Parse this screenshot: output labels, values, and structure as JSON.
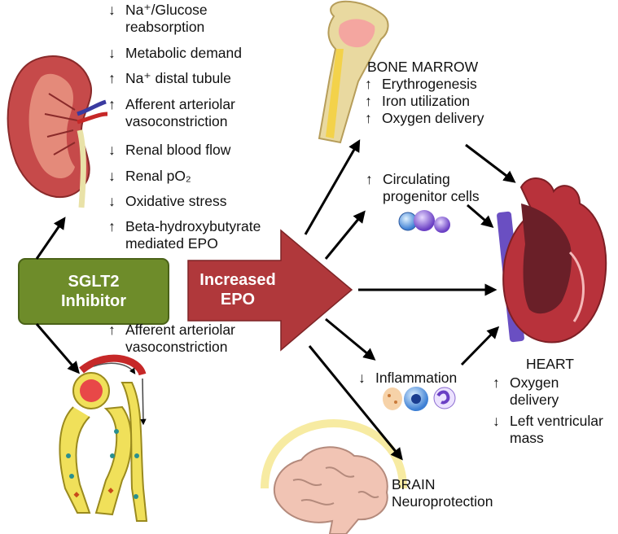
{
  "up_arrow": "↑",
  "down_arrow": "↓",
  "colors": {
    "sglt2_box": "#6e8c2a",
    "epo_arrow": "#b0383b",
    "kidney": "#c64a4a",
    "heart": "#b8323b",
    "bone": "#e9d9a0"
  },
  "sglt2": {
    "line1": "SGLT2",
    "line2": "Inhibitor"
  },
  "epo": {
    "line1": "Increased",
    "line2": "EPO"
  },
  "kidney_effects": [
    {
      "dir": "↓",
      "line1": "Na⁺/Glucose",
      "line2": "reabsorption"
    },
    {
      "dir": "↓",
      "line1": "Metabolic demand"
    },
    {
      "dir": "↑",
      "line1": "Na⁺ distal tubule"
    },
    {
      "dir": "↑",
      "line1": "Afferent arteriolar",
      "line2": "vasoconstriction"
    },
    {
      "dir": "↓",
      "line1": "Renal blood flow"
    },
    {
      "dir": "↓",
      "line1": "Renal pO₂"
    },
    {
      "dir": "↓",
      "line1": "Oxidative stress"
    },
    {
      "dir": "↑",
      "line1": "Beta-hydroxybutyrate",
      "line2": "mediated EPO"
    }
  ],
  "afferent_lower": {
    "dir": "↑",
    "line1": "Afferent arteriolar",
    "line2": "vasoconstriction"
  },
  "bone_marrow": {
    "title": "BONE MARROW",
    "items": [
      {
        "dir": "↑",
        "text": "Erythrogenesis"
      },
      {
        "dir": "↑",
        "text": "Iron utilization"
      },
      {
        "dir": "↑",
        "text": "Oxygen delivery"
      }
    ]
  },
  "progenitor": {
    "dir": "↑",
    "line1": "Circulating",
    "line2": "progenitor cells"
  },
  "inflammation": {
    "dir": "↓",
    "text": "Inflammation"
  },
  "heart": {
    "title": "HEART",
    "items": [
      {
        "dir": "↑",
        "line1": "Oxygen",
        "line2": "delivery"
      },
      {
        "dir": "↓",
        "line1": "Left ventricular",
        "line2": "mass"
      }
    ]
  },
  "brain": {
    "title": "BRAIN",
    "subtitle": "Neuroprotection"
  }
}
